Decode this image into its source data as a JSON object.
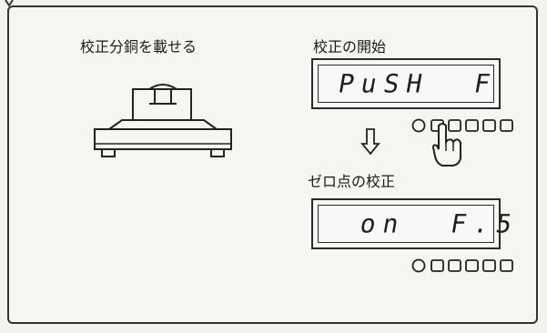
{
  "left_panel": {
    "title": "校正分銅を載せる"
  },
  "step1": {
    "title": "校正の開始",
    "display": "PuSH  F",
    "indicators": 6
  },
  "step2": {
    "title": "ゼロ点の校正",
    "display": "on  F.5",
    "indicators": 6
  },
  "icons": {
    "scale": "scale-with-weight-icon",
    "arrow": "down-arrow-icon",
    "hand": "pointing-hand-icon"
  }
}
